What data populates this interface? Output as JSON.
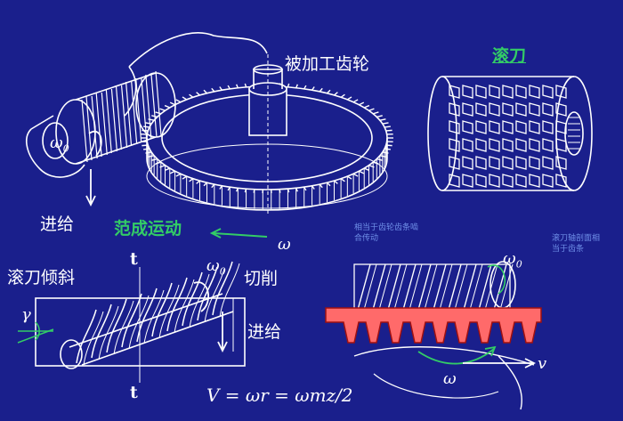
{
  "labels": {
    "workpiece_gear": "被加工齿轮",
    "hob": "滚刀",
    "feed_top": "进给",
    "generating_motion": "范成运动",
    "omega_gear_top": "ω",
    "omega0_top": "ω",
    "omega0_sub_top": "0",
    "note_gear_mesh": "相当于齿轮齿条啮合传动",
    "note_hob_section": "滚刀轴剖面相当于齿条",
    "hob_tilt": "滚刀倾斜",
    "t_top": "t",
    "t_bottom": "t",
    "gamma": "γ",
    "omega0_mid": "ω",
    "omega0_sub_mid": "0",
    "cutting": "切削",
    "feed_bottom": "进给",
    "omega0_right": "ω",
    "omega0_sub_right": "0",
    "omega_right": "ω",
    "v_right": "v",
    "formula": "V = ωr = ωmz/2"
  },
  "colors": {
    "background": "#1a1f8c",
    "line_art": "#ffffff",
    "accent_green": "#33cc66",
    "rack_fill": "#ff6a6a",
    "note_text": "#6f8fe8"
  }
}
